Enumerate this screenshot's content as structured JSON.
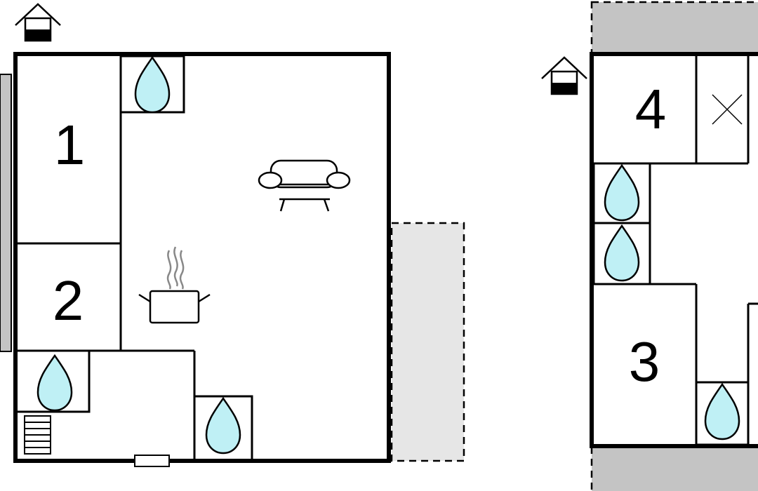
{
  "floors": [
    {
      "rooms": [
        {
          "number": "1"
        },
        {
          "number": "2"
        }
      ],
      "fixtures": [
        "water-drop-icon",
        "water-drop-icon",
        "water-drop-icon",
        "sofa-icon",
        "cooking-pot-icon",
        "stairs-icon"
      ],
      "entrance_icon": "house-entrance-icon"
    },
    {
      "rooms": [
        {
          "number": "4"
        },
        {
          "number": "3"
        }
      ],
      "fixtures": [
        "water-drop-icon",
        "water-drop-icon",
        "water-drop-icon",
        "closet-cross-icon"
      ],
      "entrance_icon": "house-entrance-icon"
    }
  ],
  "colors": {
    "wall": "#000000",
    "water": "#bff0f5",
    "terrace": "#e6e6e6",
    "balcony": "#c4c4c4"
  }
}
